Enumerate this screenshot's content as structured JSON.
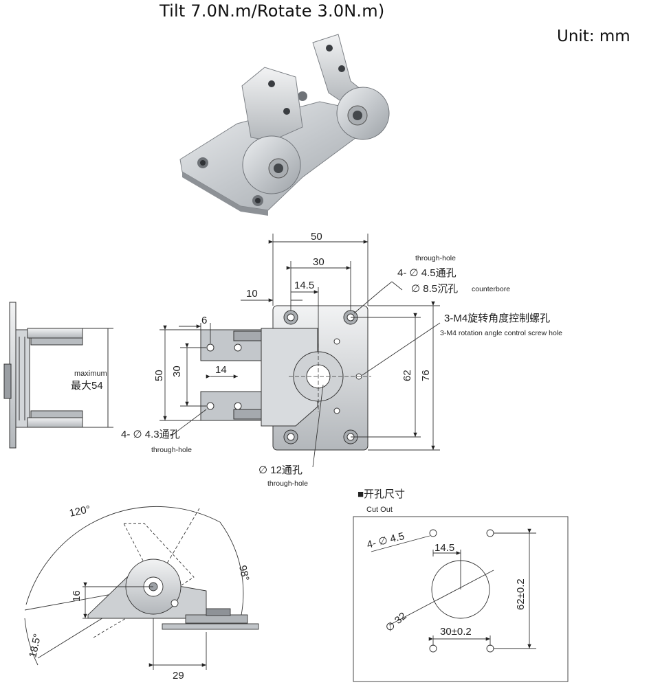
{
  "title": "Tilt 7.0N.m/Rotate 3.0N.m)",
  "unit": "Unit:  mm",
  "colors": {
    "metal": "#c9ccd0",
    "metal_dark": "#8e9297",
    "line": "#333333"
  },
  "top_view": {
    "dim_50": "50",
    "dim_30": "30",
    "dim_14_5": "14.5",
    "dim_10": "10",
    "dim_6": "6",
    "dim_14": "14",
    "dim_30_v": "30",
    "dim_50_v": "50",
    "dim_62": "62",
    "dim_76": "76",
    "holes_4_5": "4- ∅ 4.5通孔",
    "through_hole_top": "through-hole",
    "counterbore": "∅ 8.5沉孔",
    "counterbore_en": "counterbore",
    "m4": "3-M4旋转角度控制螺孔",
    "m4_en": "3-M4 rotation angle control screw hole",
    "holes_4_3": "4- ∅ 4.3通孔",
    "through_hole_left": "through-hole",
    "hole_12": "∅ 12通孔",
    "through_hole_bottom": "through-hole"
  },
  "side_view": {
    "maximum_en": "maximum",
    "maximum_cn": "最大54"
  },
  "rotation_view": {
    "angle_120": "120°",
    "angle_98": "98°",
    "angle_18_5": "18.5°",
    "dim_16": "16",
    "dim_29": "29"
  },
  "cutout": {
    "heading": "■开孔尺寸",
    "heading_en": "Cut Out",
    "holes": "4- ∅ 4.5",
    "dim_14_5": "14.5",
    "dim_62": "62±0.2",
    "dim_32": "∅ 32",
    "dim_30": "30±0.2"
  }
}
